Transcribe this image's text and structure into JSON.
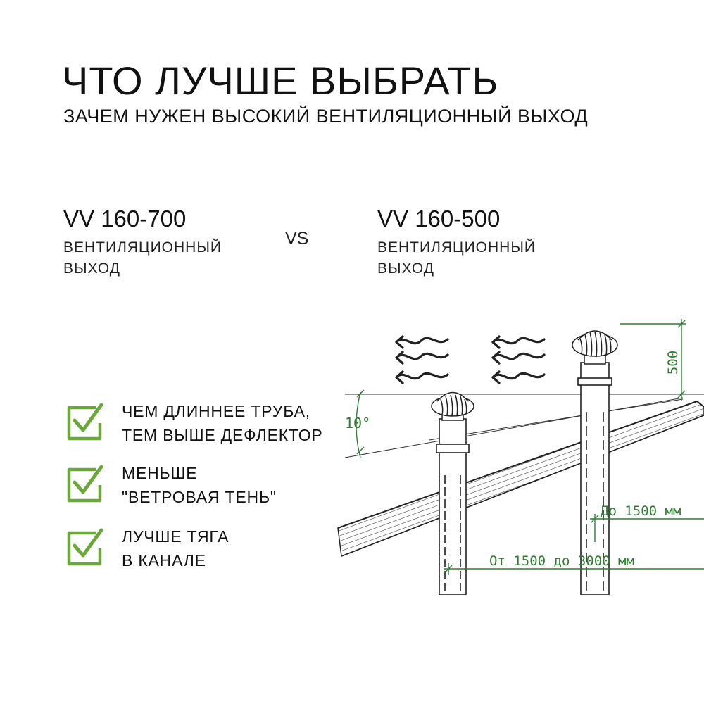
{
  "header": {
    "title": "ЧТО ЛУЧШЕ ВЫБРАТЬ",
    "subtitle": "ЗАЧЕМ НУЖЕН ВЫСОКИЙ ВЕНТИЛЯЦИОННЫЙ ВЫХОД"
  },
  "comparison": {
    "left": {
      "model": "VV 160-700",
      "desc_line1": "ВЕНТИЛЯЦИОННЫЙ",
      "desc_line2": "ВЫХОД"
    },
    "vs": "VS",
    "right": {
      "model": "VV 160-500",
      "desc_line1": "ВЕНТИЛЯЦИОННЫЙ",
      "desc_line2": "ВЫХОД"
    }
  },
  "benefits": [
    {
      "line1": "ЧЕМ ДЛИННЕЕ ТРУБА,",
      "line2": "ТЕМ ВЫШЕ ДЕФЛЕКТОР",
      "icon": "checkbox-check-icon"
    },
    {
      "line1": "МЕНЬШЕ",
      "line2": "\"ВЕТРОВАЯ ТЕНЬ\"",
      "icon": "checkbox-check-icon"
    },
    {
      "line1": "ЛУЧШЕ ТЯГА",
      "line2": "В КАНАЛЕ",
      "icon": "checkbox-check-icon"
    }
  ],
  "diagram": {
    "dim_height": "500",
    "angle": "10°",
    "dim_short": "До 1500 мм",
    "dim_long": "От 1500 до 3000 мм",
    "wind_icon": "wind-arrows-icon",
    "deflector_icon": "turbine-deflector-icon"
  },
  "colors": {
    "accent_green": "#6aa83a",
    "dim_green": "#2e7d32",
    "text": "#111111"
  }
}
